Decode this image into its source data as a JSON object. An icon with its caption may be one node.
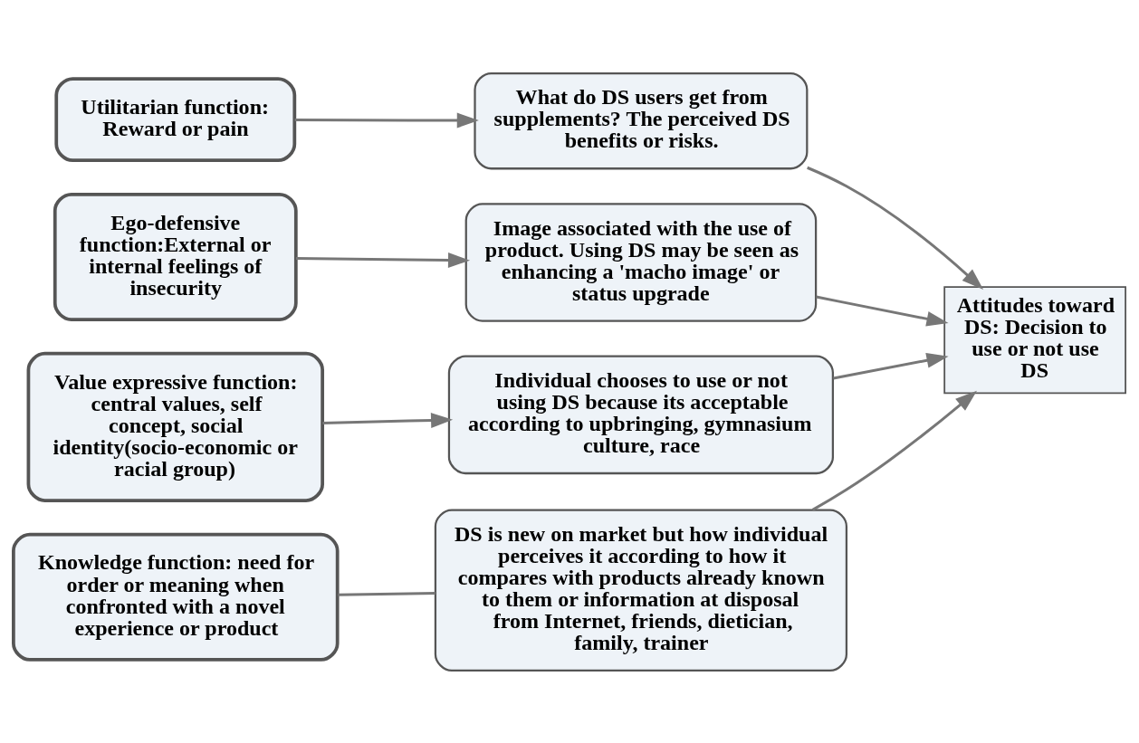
{
  "diagram": {
    "nodes": [
      {
        "text": [
          "Utilitarian function: Reward or pain"
        ]
      },
      {
        "text": [
          "What do DS users get from supplements? The perceived DS benefits or risks."
        ]
      },
      {
        "text": [
          "Ego-defensive function:External or internal feelings of insecurity"
        ]
      },
      {
        "text": [
          "Image associated with the use of product. Using DS may be seen as enhancing a 'macho image' or status upgrade"
        ]
      },
      {
        "text": [
          "Attitudes toward DS: Decision to use or not use DS"
        ]
      },
      {
        "text": [
          "Value expressive function: central values, self concept, social identity(socio-economic or racial group)"
        ]
      },
      {
        "text": [
          "Individual chooses to use or not using DS because its acceptable according to upbringing, gymnasium culture, race"
        ]
      },
      {
        "text": [
          "Knowledge function: need for order or meaning when confronted with a novel experience or product"
        ]
      },
      {
        "text": [
          "DS is new on market but how individual perceives it according to how it compares with products already known to them or information at disposal from Internet, friends, dietician, family, trainer"
        ]
      }
    ],
    "edges": [
      {
        "from": 0,
        "to": 1,
        "arrow": "to"
      },
      {
        "from": 2,
        "to": 3,
        "arrow": "to"
      },
      {
        "from": 5,
        "to": 6,
        "arrow": "to"
      },
      {
        "from": 7,
        "to": 8,
        "arrow": "none"
      },
      {
        "from": 1,
        "to": 4,
        "arrow": "to"
      },
      {
        "from": 3,
        "to": 4,
        "arrow": "to"
      },
      {
        "from": 6,
        "to": 4,
        "arrow": "to"
      },
      {
        "from": 8,
        "to": 4,
        "arrow": "to"
      }
    ]
  }
}
